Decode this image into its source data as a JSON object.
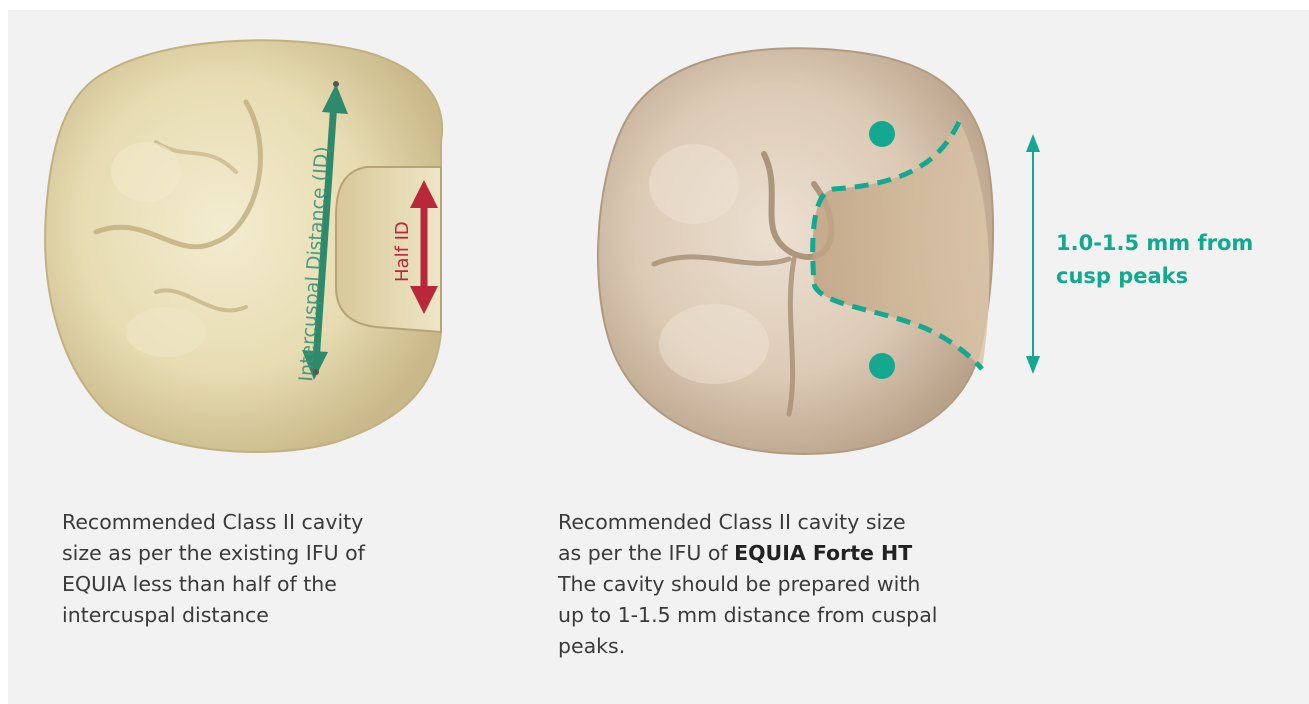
{
  "left_figure": {
    "id_label": "Intercuspal Distance (ID)",
    "half_label": "Half ID",
    "caption_lines": [
      "Recommended Class II cavity",
      "size as per the existing IFU of",
      "EQUIA less than half of the",
      "intercuspal distance"
    ]
  },
  "right_figure": {
    "measure_label_lines": [
      "1.0-1.5 mm from",
      "cusp peaks"
    ],
    "caption": {
      "line1": "Recommended Class II cavity size",
      "line2_prefix": "as per the IFU of ",
      "line2_bold": "EQUIA Forte HT",
      "line3": "The cavity should be prepared with",
      "line4": "up to 1-1.5 mm distance from cuspal",
      "line5": "peaks."
    }
  },
  "colors": {
    "panel_bg": "#f2f2f2",
    "teal": "#11a98f",
    "green_arrow": "#2f8a6c",
    "red_arrow": "#b8283a",
    "tooth_left": "#e8dcb2",
    "tooth_right": "#ddcab6",
    "caption_text": "#3a3a3a"
  }
}
